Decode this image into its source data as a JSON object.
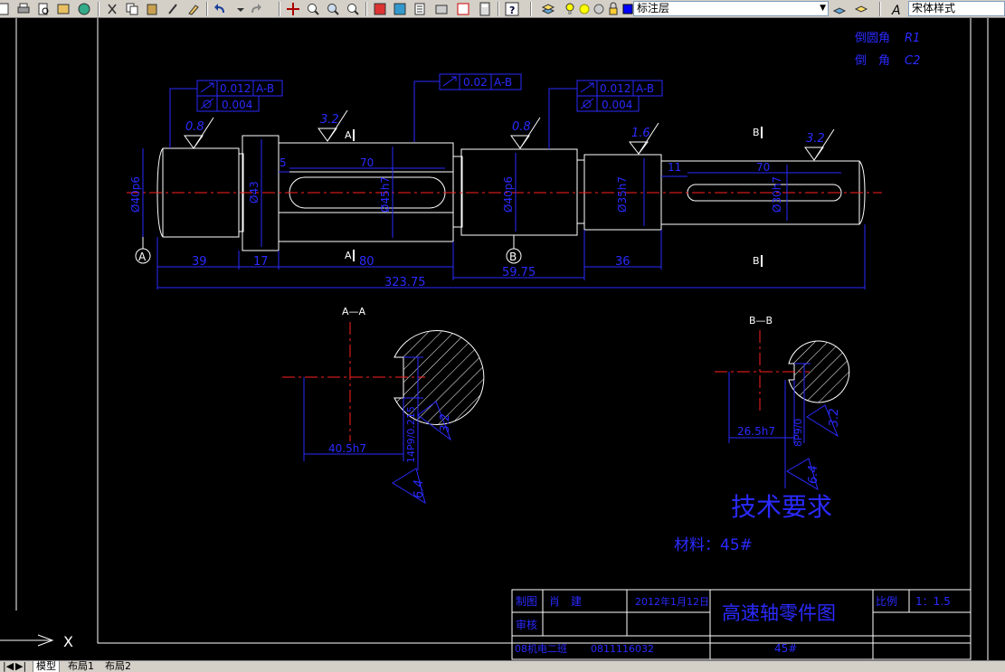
{
  "toolbar": {
    "layer_combo": "标注层",
    "style_combo": "宋体样式"
  },
  "drawing": {
    "notes": {
      "fillet_label": "倒圆角",
      "fillet_value": "R1",
      "chamfer_label": "倒　角",
      "chamfer_value": "C2"
    },
    "tolerances": {
      "frame1_runout": "0.012",
      "frame1_ref": "A-B",
      "frame1_cyl": "0.004",
      "frame2_runout": "0.02",
      "frame2_ref": "A-B",
      "frame3_runout": "0.012",
      "frame3_ref": "A-B",
      "frame3_cyl": "0.004"
    },
    "roughness": {
      "r1": "0.8",
      "r2": "3.2",
      "r3": "0.8",
      "r4": "1.6",
      "r5": "3.2",
      "sec_a_top": "3.2",
      "sec_a_bottom": "6.4",
      "sec_b_top": "3.2",
      "sec_b_bottom": "6.4"
    },
    "section_marks": {
      "a_top": "A",
      "a_bottom": "A",
      "b_top": "B",
      "b_bottom": "B"
    },
    "datums": {
      "a": "A",
      "b": "B"
    },
    "dims": {
      "d1": "Ø40p6",
      "d2": "Ø43",
      "d3": "Ø45h7",
      "d4": "Ø40p6",
      "d5": "Ø35h7",
      "d6": "Ø30h7",
      "key1_len": "70",
      "key1_off": "5",
      "key2_len": "70",
      "key2_off": "11",
      "l1": "39",
      "l2": "17",
      "l3": "80",
      "l4": "59.75",
      "l5": "36",
      "total": "323.75"
    },
    "section_a": {
      "title": "A—A",
      "width": "40.5h7",
      "key": "14P9/0.215"
    },
    "section_b": {
      "title": "B—B",
      "width": "26.5h7",
      "key": "8P9/0"
    },
    "tech_req": "技术要求",
    "material": "材料：45#",
    "title_block": {
      "drawn_label": "制图",
      "drawer": "肖　建",
      "date": "2012年1月12日",
      "title": "高速轴零件图",
      "scale_label": "比例",
      "scale_value": "1：1.5",
      "check_label": "审核",
      "class_label": "08机电二班",
      "student_no": "0811116032",
      "material_value": "45#"
    },
    "ucs_label": "X"
  },
  "tabs": [
    {
      "label": "模型"
    },
    {
      "label": "布局1"
    },
    {
      "label": "布局2"
    }
  ],
  "colors": {
    "background": "#000000",
    "geometry": "#ffffff",
    "center_line": "#ff2020",
    "dimension": "#2020ff",
    "toolbar": "#d4d0c8"
  }
}
